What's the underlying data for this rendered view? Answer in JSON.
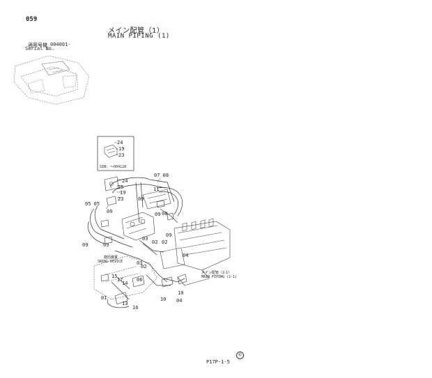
{
  "page": {
    "page_number": "059",
    "title_jp": "メイン配管（1）",
    "title_en": "MAIN PIPING (1)",
    "serial_label_jp": "適用号機",
    "serial_label_en": "Serial No.",
    "serial_value": "004001-",
    "footer_code": "P17P-1-5",
    "copyright_mark": "©"
  },
  "inset": {
    "callouts": [
      "24",
      "19",
      "23"
    ],
    "sin_text": "SIN: ～004128"
  },
  "callouts": {
    "c07_08": "07 08",
    "c24": "24",
    "c25": "25",
    "c19": "19",
    "c23": "23",
    "c05_05": "05 05",
    "c11": "11",
    "c09a": "09",
    "c09b": "09",
    "c09c": "09",
    "c09d": "09",
    "c09e": "09",
    "c09f": "09",
    "c08": "08",
    "c03a": "03",
    "c03b": "03",
    "c02a": "02",
    "c02b": "02",
    "c02c": "02",
    "c04a": "04",
    "c04b": "04",
    "c15": "15",
    "c17": "17",
    "c14": "14",
    "c13": "13",
    "c16": "16",
    "c01": "01",
    "c10a": "10",
    "c10b": "10",
    "c06": "06"
  },
  "annotations": {
    "swing_jp": "旋回装置",
    "swing_en": "SWING DEVICE",
    "mainpiping_jp": "メイン配管（2-1）",
    "mainpiping_en": "MAIN PIPING (2-1)"
  },
  "colors": {
    "ink": "#222222",
    "paper": "#ffffff"
  },
  "icons": {
    "copyright": "copyright-icon"
  }
}
